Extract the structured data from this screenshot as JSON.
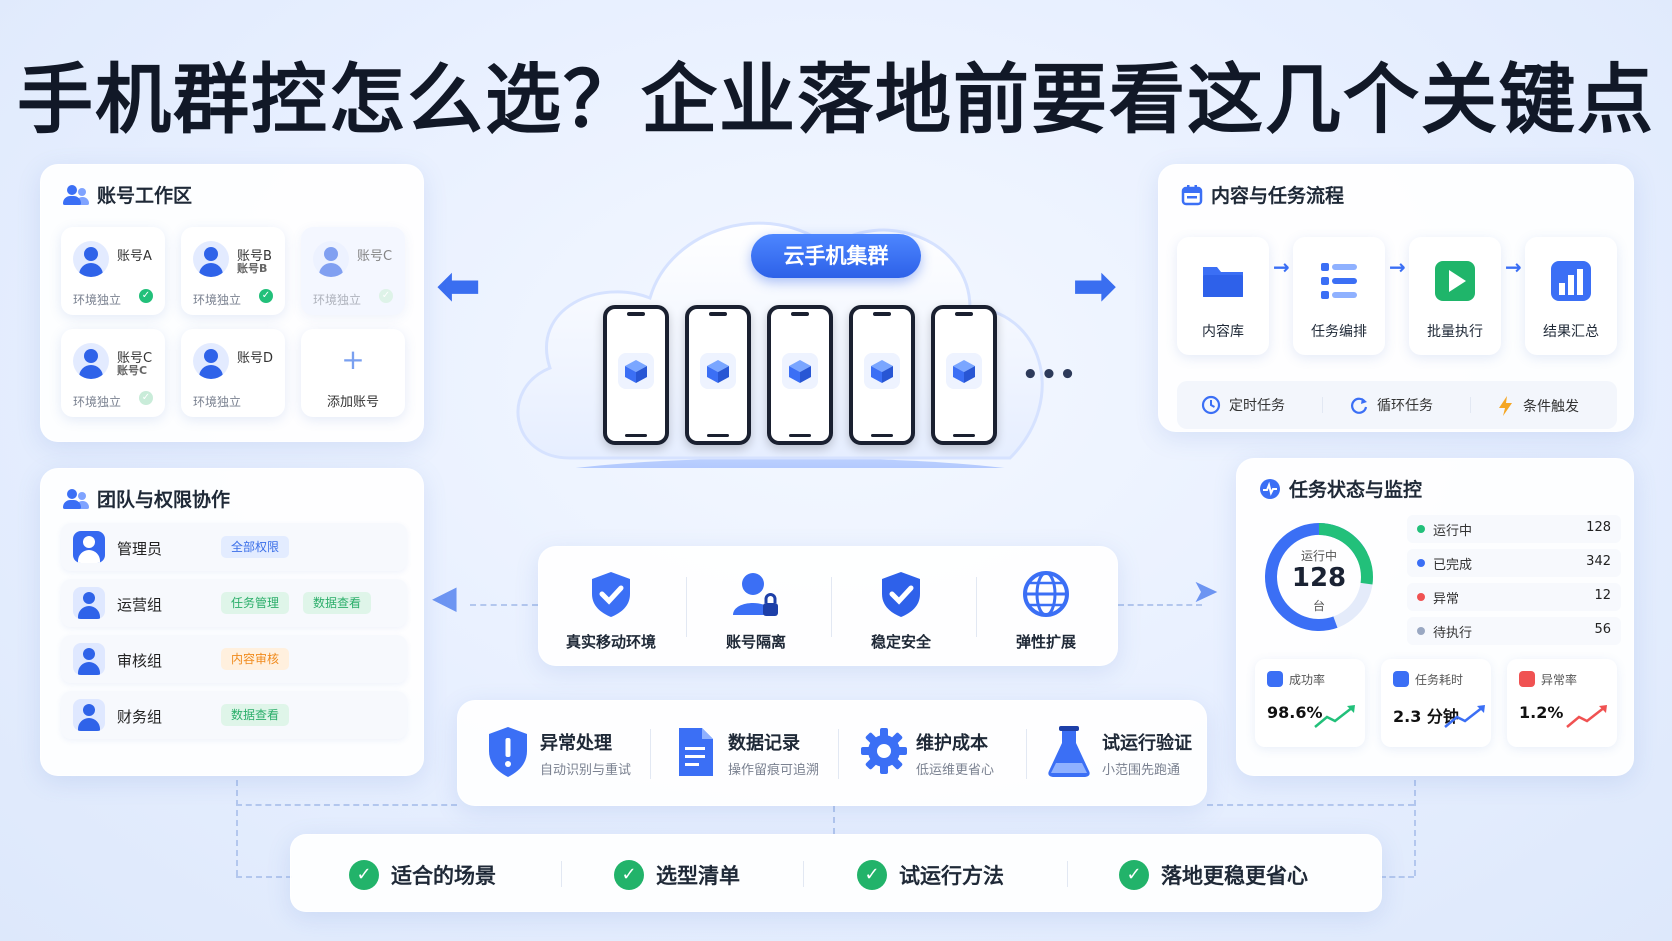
{
  "title": "手机群控怎么选？企业落地前要看这几个关键点",
  "accounts": {
    "title": "账号工作区",
    "items": [
      {
        "name": "账号A",
        "sub": "",
        "env": "环境独立"
      },
      {
        "name": "账号B",
        "sub": "账号B",
        "env": "环境独立"
      },
      {
        "name": "账号C",
        "sub": "",
        "env": "环境独立"
      },
      {
        "name": "账号C",
        "sub": "账号C",
        "env": "环境独立"
      },
      {
        "name": "账号D",
        "sub": "",
        "env": "环境独立"
      }
    ],
    "add_label": "添加账号",
    "add_symbol": "+"
  },
  "team": {
    "title": "团队与权限协作",
    "rows": [
      {
        "name": "管理员",
        "tags": [
          "全部权限"
        ]
      },
      {
        "name": "运营组",
        "tags": [
          "任务管理",
          "数据查看"
        ]
      },
      {
        "name": "审核组",
        "tags": [
          "内容审核"
        ]
      },
      {
        "name": "财务组",
        "tags": [
          "数据查看"
        ]
      }
    ]
  },
  "cluster": {
    "label": "云手机集群",
    "more": "•••"
  },
  "features": [
    {
      "label": "真实移动环境",
      "icon": "shield-check-icon"
    },
    {
      "label": "账号隔离",
      "icon": "user-lock-icon"
    },
    {
      "label": "稳定安全",
      "icon": "shield-check-icon"
    },
    {
      "label": "弹性扩展",
      "icon": "globe-icon"
    }
  ],
  "considerations": [
    {
      "title": "异常处理",
      "sub": "自动识别与重试",
      "icon": "shield-alert-icon"
    },
    {
      "title": "数据记录",
      "sub": "操作留痕可追溯",
      "icon": "document-icon"
    },
    {
      "title": "维护成本",
      "sub": "低运维更省心",
      "icon": "gear-icon"
    },
    {
      "title": "试运行验证",
      "sub": "小范围先跑通",
      "icon": "flask-icon"
    }
  ],
  "summary": [
    "适合的场景",
    "选型清单",
    "试运行方法",
    "落地更稳更省心"
  ],
  "workflow": {
    "title": "内容与任务流程",
    "steps": [
      {
        "label": "内容库",
        "icon": "folder-icon"
      },
      {
        "label": "任务编排",
        "icon": "list-icon"
      },
      {
        "label": "批量执行",
        "icon": "play-icon"
      },
      {
        "label": "结果汇总",
        "icon": "bar-chart-icon"
      }
    ],
    "schedules": [
      "定时任务",
      "循环任务",
      "条件触发"
    ]
  },
  "monitor": {
    "title": "任务状态与监控",
    "ring": {
      "caption": "运行中",
      "value": "128",
      "unit": "台"
    },
    "stats": [
      {
        "label": "运行中",
        "value": "128",
        "color": "#22c07a"
      },
      {
        "label": "已完成",
        "value": "342",
        "color": "#3b6ff5"
      },
      {
        "label": "异常",
        "value": "12",
        "color": "#f05252"
      },
      {
        "label": "待执行",
        "value": "56",
        "color": "#9aa8c2"
      }
    ],
    "kpis": [
      {
        "label": "成功率",
        "value": "98.6%",
        "color": "#22c07a"
      },
      {
        "label": "任务耗时",
        "value": "2.3 分钟",
        "color": "#3b6ff5"
      },
      {
        "label": "异常率",
        "value": "1.2%",
        "color": "#f05252"
      }
    ]
  }
}
